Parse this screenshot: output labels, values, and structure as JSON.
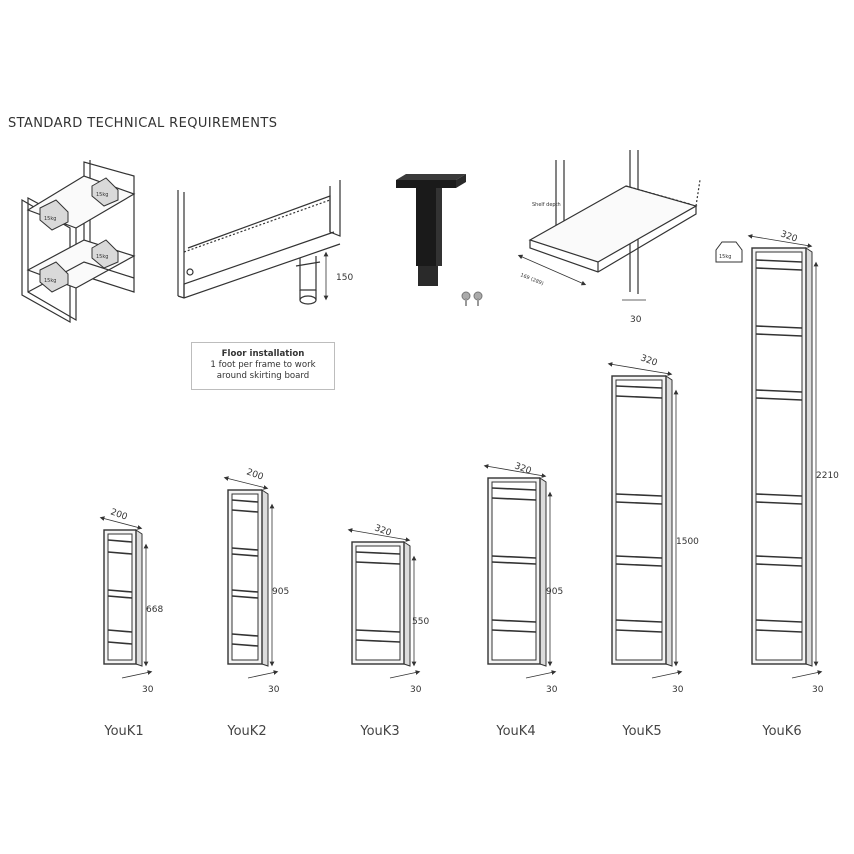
{
  "page": {
    "title": "STANDARD TECHNICAL REQUIREMENTS"
  },
  "top_details": {
    "loads": [
      "15kg",
      "15kg",
      "15kg",
      "15kg"
    ],
    "foot_height": "150",
    "shelf_depth_label": "Shelf depth",
    "shelf_depth_value": "169 (289)",
    "wall_gap": "30",
    "weight_tag": "15kg"
  },
  "floor_installation": {
    "title": "Floor installation",
    "text": "1 foot per frame to work\naround skirting board"
  },
  "frames": [
    {
      "model": "YouK1",
      "width": "200",
      "height": "668",
      "depth": "30"
    },
    {
      "model": "YouK2",
      "width": "200",
      "height": "905",
      "depth": "30"
    },
    {
      "model": "YouK3",
      "width": "320",
      "height": "550",
      "depth": "30"
    },
    {
      "model": "YouK4",
      "width": "320",
      "height": "905",
      "depth": "30"
    },
    {
      "model": "YouK5",
      "width": "320",
      "height": "1500",
      "depth": "30"
    },
    {
      "model": "YouK6",
      "width": "320",
      "height": "2210",
      "depth": "30"
    }
  ],
  "colors": {
    "line": "#333333",
    "frame_fill": "#f4f4f4",
    "foot_black": "#1a1a1a"
  }
}
